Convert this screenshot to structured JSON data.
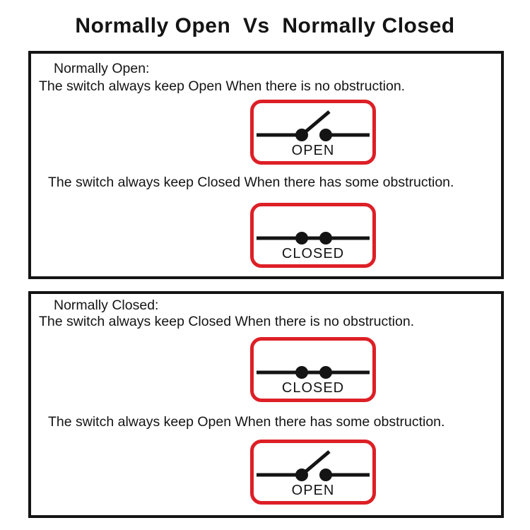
{
  "page": {
    "title": "Normally Open  Vs  Normally Closed"
  },
  "colors": {
    "ink": "#141414",
    "switch_red": "#dd1f26",
    "background": "#ffffff"
  },
  "panels": [
    {
      "id": "normally-open",
      "heading": "Normally Open:",
      "line1": "The switch always keep Open When there is no obstruction.",
      "figure1": {
        "state": "open",
        "label": "OPEN"
      },
      "line2": "The switch always keep Closed When there has some obstruction.",
      "figure2": {
        "state": "closed",
        "label": "CLOSED"
      }
    },
    {
      "id": "normally-closed",
      "heading": "Normally Closed:",
      "line1": "The switch always keep Closed When there is no obstruction.",
      "figure1": {
        "state": "closed",
        "label": "CLOSED"
      },
      "line2": "The switch always keep Open When there has some obstruction.",
      "figure2": {
        "state": "open",
        "label": "OPEN"
      }
    }
  ]
}
